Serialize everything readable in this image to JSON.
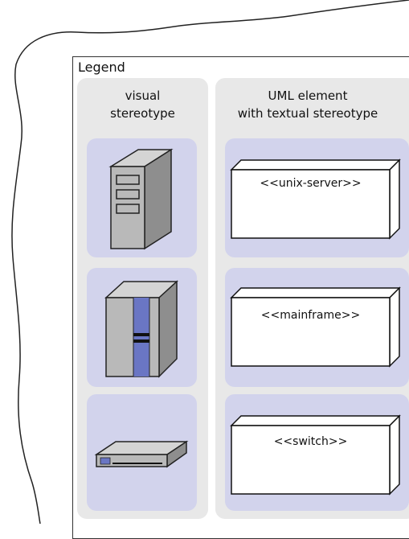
{
  "legend": {
    "title": "Legend",
    "column_visual_line1": "visual",
    "column_visual_line2": "stereotype",
    "column_uml_line1": "UML element",
    "column_uml_line2": "with textual stereotype"
  },
  "rows": [
    {
      "icon": "unix-server-icon",
      "stereotype_label": "<<unix-server>>"
    },
    {
      "icon": "mainframe-icon",
      "stereotype_label": "<<mainframe>>"
    },
    {
      "icon": "switch-icon",
      "stereotype_label": "<<switch>>"
    }
  ],
  "colors": {
    "cell_fill": "#d2d3ec",
    "column_fill": "#e8e8e8",
    "device_gray": "#b9b9b9",
    "mainframe_stripe": "#6a76c4"
  }
}
